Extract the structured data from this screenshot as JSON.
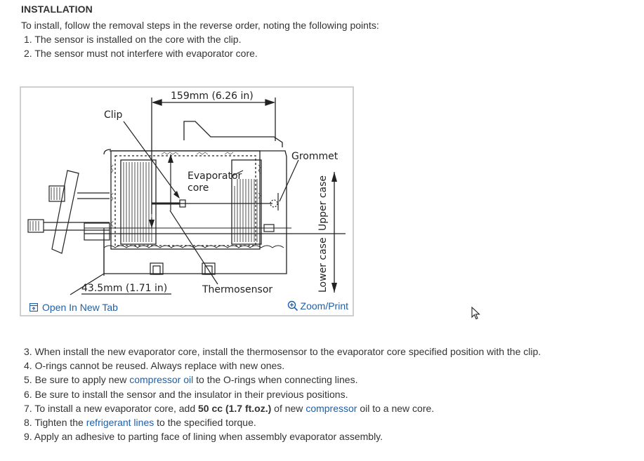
{
  "heading": "INSTALLATION",
  "intro": {
    "text": "To install, follow the removal steps in the reverse order, noting the following points:",
    "steps": [
      "1. The sensor is installed on the core with the clip.",
      "2. The sensor must not interfere with evaporator core."
    ]
  },
  "figure": {
    "labels": {
      "dim_top": "159mm (6.26 in)",
      "clip": "Clip",
      "grommet": "Grommet",
      "evap_line1": "Evaporator",
      "evap_line2": "core",
      "upper_case": "Upper case",
      "lower_case": "Lower case",
      "dim_bottom": "43.5mm (1.71 in)",
      "thermosensor": "Thermosensor"
    },
    "open_tab_label": "Open In New Tab",
    "zoom_label": "Zoom/Print"
  },
  "steps": {
    "s3": "3. When install the new evaporator core, install the thermosensor to the evaporator core specified position with the clip.",
    "s4": "4. O-rings cannot be reused. Always replace with new ones.",
    "s5_pre": "5. Be sure to apply new ",
    "s5_link": "compressor oil",
    "s5_post": " to the O-rings when connecting lines.",
    "s6": "6. Be sure to install the sensor and the insulator in their previous positions.",
    "s7_pre": "7. To install a new evaporator core, add ",
    "s7_bold": "50 cc (1.7 ft.oz.)",
    "s7_mid": " of new ",
    "s7_link": "compressor",
    "s7_post": " oil to a new core.",
    "s8_pre": "8. Tighten the ",
    "s8_link": "refrigerant lines",
    "s8_post": " to the specified torque.",
    "s9": "9. Apply an adhesive to parting face of lining when assembly evaporator assembly."
  },
  "colors": {
    "link": "#1f5fa6",
    "text": "#333333",
    "border": "#cfcfcf"
  },
  "icons": {
    "open_tab": "open-in-new-tab-icon",
    "zoom": "zoom-in-icon",
    "cursor": "mouse-pointer-icon"
  }
}
